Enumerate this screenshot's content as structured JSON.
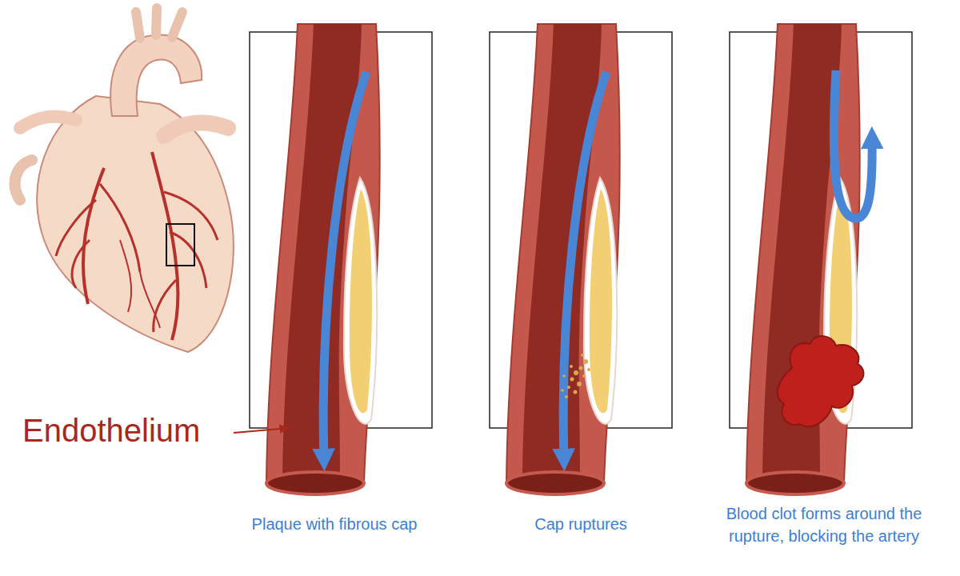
{
  "diagram": {
    "labels": [
      "Endothelium",
      "Plaque with fibrous cap",
      "Cap ruptures",
      "Blood clot forms around the rupture, blocking the artery"
    ]
  }
}
